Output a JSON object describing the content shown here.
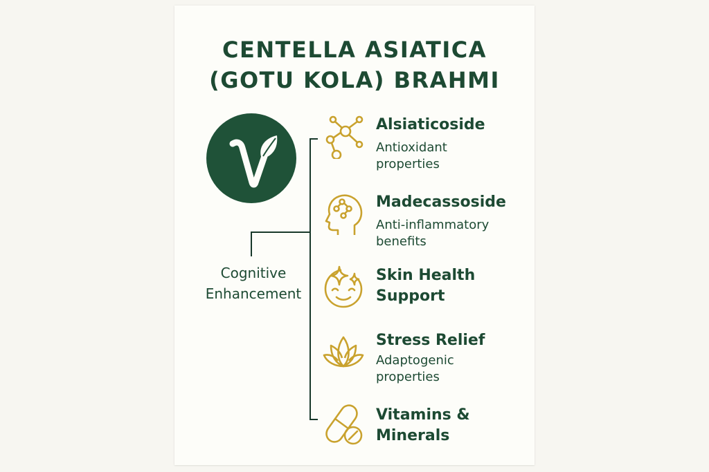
{
  "title": {
    "line1": "CENTELLA ASIATICA",
    "line2": "(GOTU KOLA) BRAHMI"
  },
  "logo": {
    "icon": "leaf-v-logo-icon",
    "letter": "V"
  },
  "colors": {
    "primary_green": "#1f5238",
    "text_green": "#1d4a33",
    "accent_gold": "#c9a22e",
    "card_bg": "#fdfdf9",
    "page_bg": "#f7f6f1"
  },
  "left_branch": {
    "label": "Cognitive\nEnhancement"
  },
  "items": [
    {
      "icon": "molecule-icon",
      "name": "Alsiaticoside",
      "desc": "Antioxidant\nproperties"
    },
    {
      "icon": "head-brain-icon",
      "name": "Madecassoside",
      "desc": "Anti-inflammatory\nbenefits"
    },
    {
      "icon": "smiling-face-sparkle-icon",
      "name": "Skin Health\nSupport",
      "desc": ""
    },
    {
      "icon": "lotus-icon",
      "name": "Stress Relief",
      "desc": "Adaptogenic\nproperties"
    },
    {
      "icon": "pill-tablet-icon",
      "name": "Vitamins &\nMinerals",
      "desc": ""
    }
  ]
}
